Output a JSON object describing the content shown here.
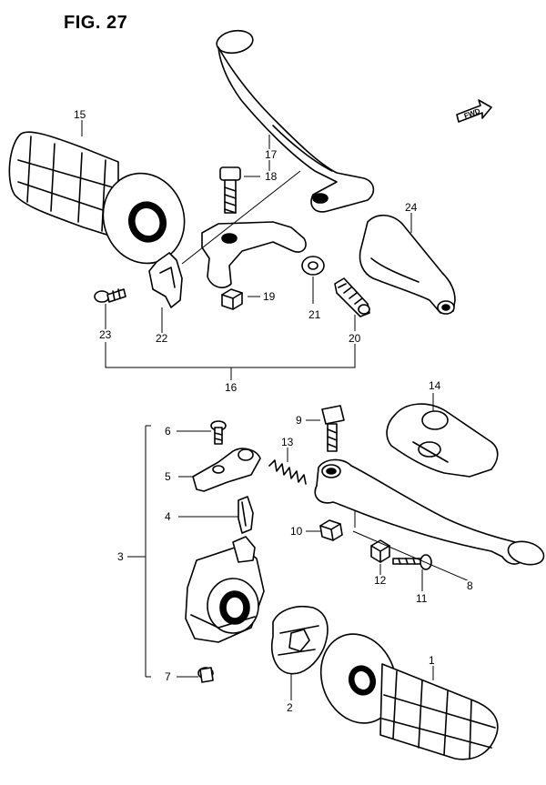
{
  "figure": {
    "title": "FIG. 27",
    "direction_badge": "FWD"
  },
  "callouts": {
    "p1": "1",
    "p2": "2",
    "p3": "3",
    "p4": "4",
    "p5": "5",
    "p6": "6",
    "p7": "7",
    "p8": "8",
    "p9": "9",
    "p10": "10",
    "p11": "11",
    "p12": "12",
    "p13": "13",
    "p14": "14",
    "p15": "15",
    "p16": "16",
    "p17": "17",
    "p18": "18",
    "p19": "19",
    "p20": "20",
    "p21": "21",
    "p22": "22",
    "p23": "23",
    "p24": "24"
  }
}
